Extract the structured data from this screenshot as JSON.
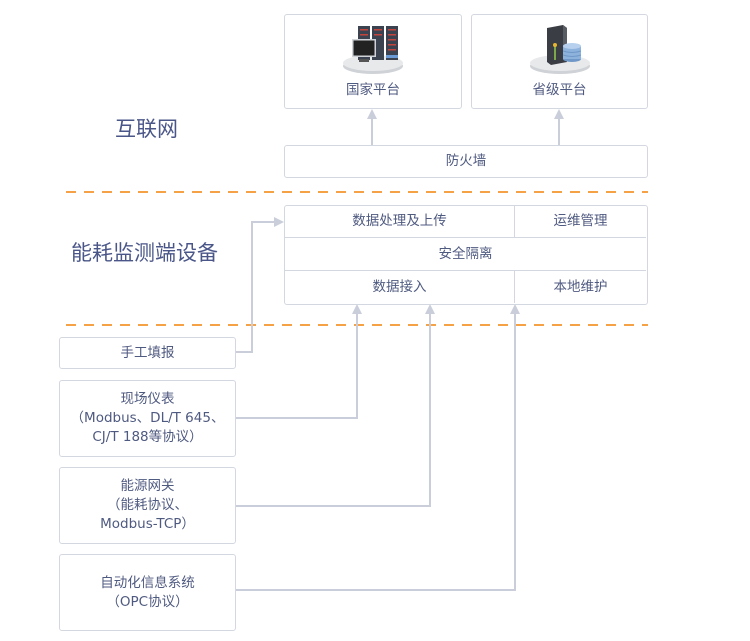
{
  "zones": {
    "internet_label": "互联网",
    "device_label": "能耗监测端设备"
  },
  "internet": {
    "national_platform": {
      "label": "国家平台",
      "icon": "server-rack-icon"
    },
    "provincial_platform": {
      "label": "省级平台",
      "icon": "server-database-icon"
    },
    "firewall": "防火墙"
  },
  "device": {
    "data_processing_upload": "数据处理及上传",
    "ops_management": "运维管理",
    "security_isolation": "安全隔离",
    "data_access": "数据接入",
    "local_maintenance": "本地维护"
  },
  "sources": [
    {
      "lines": [
        "手工填报"
      ]
    },
    {
      "lines": [
        "现场仪表",
        "（Modbus、DL/T 645、",
        "CJ/T 188等协议）"
      ]
    },
    {
      "lines": [
        "能源网关",
        "（能耗协议、",
        "Modbus-TCP）"
      ]
    },
    {
      "lines": [
        "自动化信息系统",
        "（OPC协议）"
      ]
    }
  ],
  "colors": {
    "divider": "#f5a246",
    "border": "#d3d7e0",
    "connector": "#c9ceda",
    "text": "#4f5a80"
  }
}
